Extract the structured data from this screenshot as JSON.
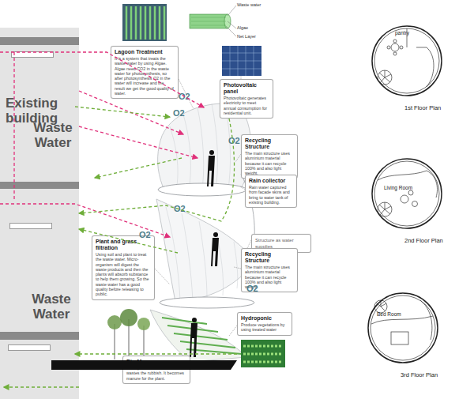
{
  "diagram": {
    "nodes": [
      {
        "text": [
          "Existing building"
        ]
      },
      {
        "text": [
          "Waste Water"
        ],
        "in": 0
      },
      {
        "text": [
          "Waste Water"
        ],
        "in": 0
      },
      {
        "text": [
          "Waste Water"
        ],
        "in": 0
      },
      {
        "text": [
          "Lagoon Treatment",
          "It is a system that treats the waste water by using Algae. Algae need CO2 in the waste water for photosynthesis, so after photosynthesis O2 in the water will increase and the result we get the good quality of water."
        ]
      },
      {
        "text": [
          "Photovoltaic panel",
          "Photovoltaic generates electricity to meet annual consumption for residential unit."
        ]
      },
      {
        "text": [
          "Recycling Structure",
          "The main structure uses aluminium material because it can recycle 100% and also light weight."
        ]
      },
      {
        "text": [
          "Rain collector",
          "Rain water captured from facade skins and bring to water tank of existing building."
        ]
      },
      {
        "text": [
          "Plant and grass filtration",
          "Using soil and plant to treat the waste water. Micro-organism will digest the waste products and then the plants will absorb substance to help them growing. So the waste water has a good quality before releasing to public."
        ]
      },
      {
        "text": [
          "Structure as water supplies"
        ]
      },
      {
        "text": [
          "Recycling Structure",
          "The main structure uses aluminium material because it can recycle 100% and also light weight."
        ]
      },
      {
        "text": [
          "Hydroponic",
          "Produce vegetations by using treated water"
        ]
      },
      {
        "text": [
          "Bio-Mass",
          "It is a product when ferment wastes the rubbish. It becomes manure for the plant."
        ]
      },
      {
        "text": [
          "pantry",
          "1st Floor Plan"
        ]
      },
      {
        "text": [
          "Living Room",
          "2nd Floor Plan"
        ]
      },
      {
        "text": [
          "Bed Room",
          "3rd Floor Plan"
        ]
      }
    ],
    "labels": [
      "Waste water",
      "Algae",
      "Net Layer",
      "O2",
      "O2",
      "O2",
      "O2",
      "O2",
      "O2"
    ]
  }
}
